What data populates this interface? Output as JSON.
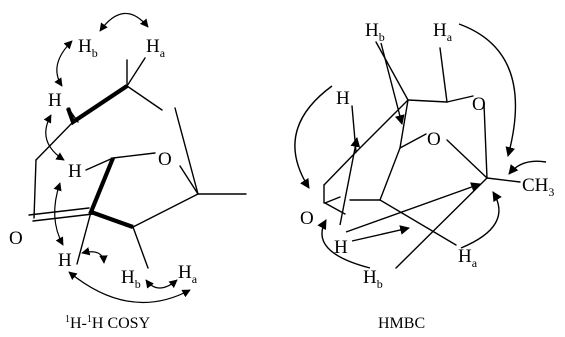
{
  "atoms": {
    "hydrogen": "H",
    "oxygen": "O",
    "sub_a": "a",
    "sub_b": "b",
    "methyl": "CH",
    "methyl_sub": "3"
  },
  "captions": {
    "cosy_sup1": "1",
    "cosy_h1": "H-",
    "cosy_sup2": "1",
    "cosy_rest": "H COSY",
    "hmbc": "HMBC"
  }
}
